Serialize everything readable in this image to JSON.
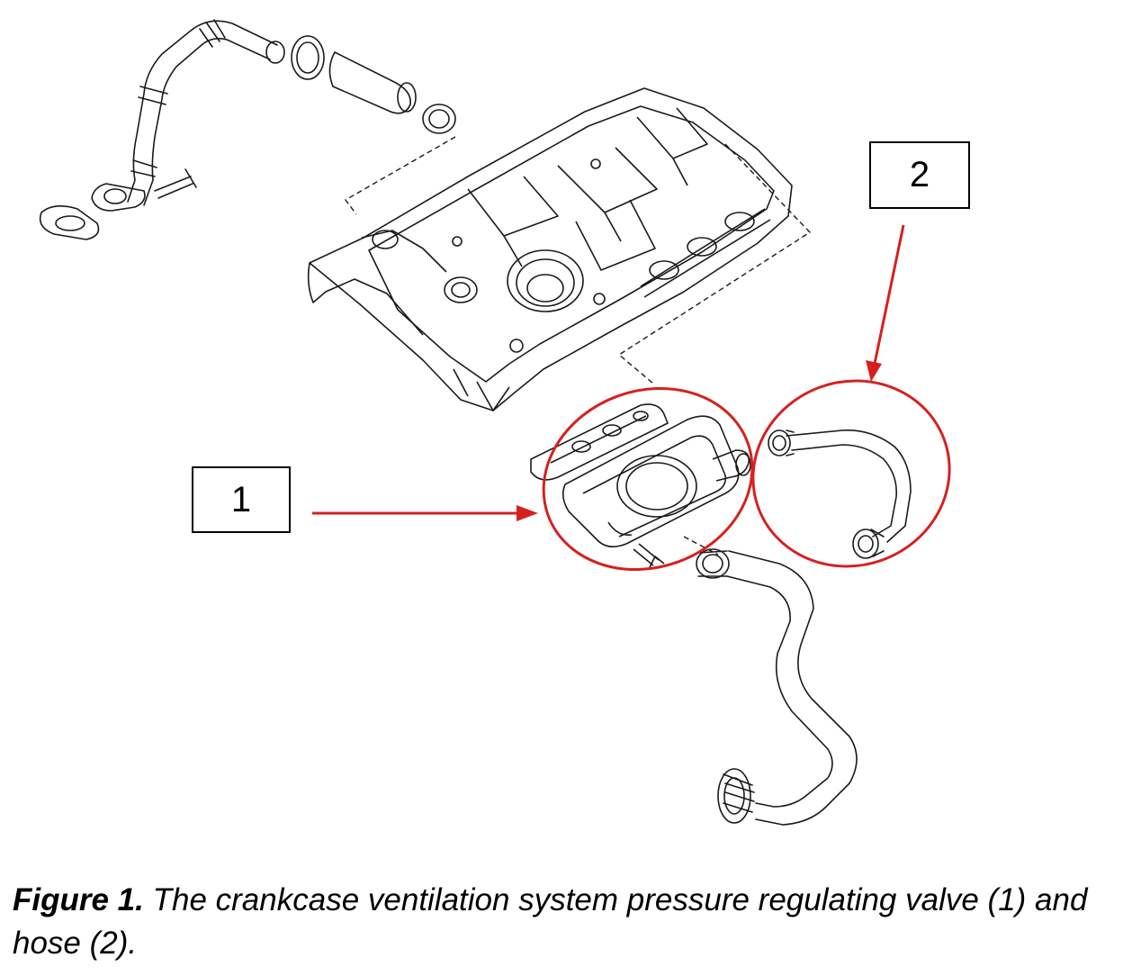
{
  "callouts": {
    "one": "1",
    "two": "2"
  },
  "caption": {
    "label": "Figure 1.",
    "text": "The crankcase ventilation system pressure regulating valve (1) and hose (2)."
  },
  "colors": {
    "highlight": "#d62020",
    "line": "#1a1a1a"
  }
}
